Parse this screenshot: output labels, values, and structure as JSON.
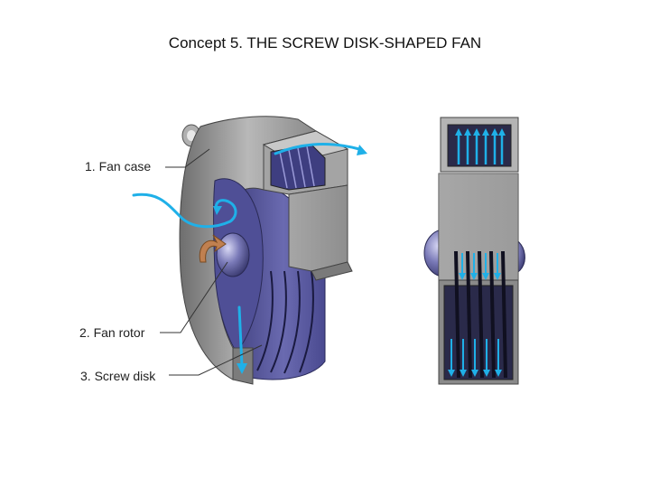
{
  "title": "Concept 5. THE SCREW DISK-SHAPED FAN",
  "labels": {
    "fan_case": "1. Fan case",
    "fan_rotor": "2. Fan rotor",
    "screw_disk": "3. Screw disk"
  },
  "colors": {
    "case_gray": "#9a9a9a",
    "case_dark": "#6f6f6f",
    "disk_blue": "#4a4a88",
    "airflow": "#1fb0e8",
    "rotation_arrow": "#b87a4a"
  }
}
